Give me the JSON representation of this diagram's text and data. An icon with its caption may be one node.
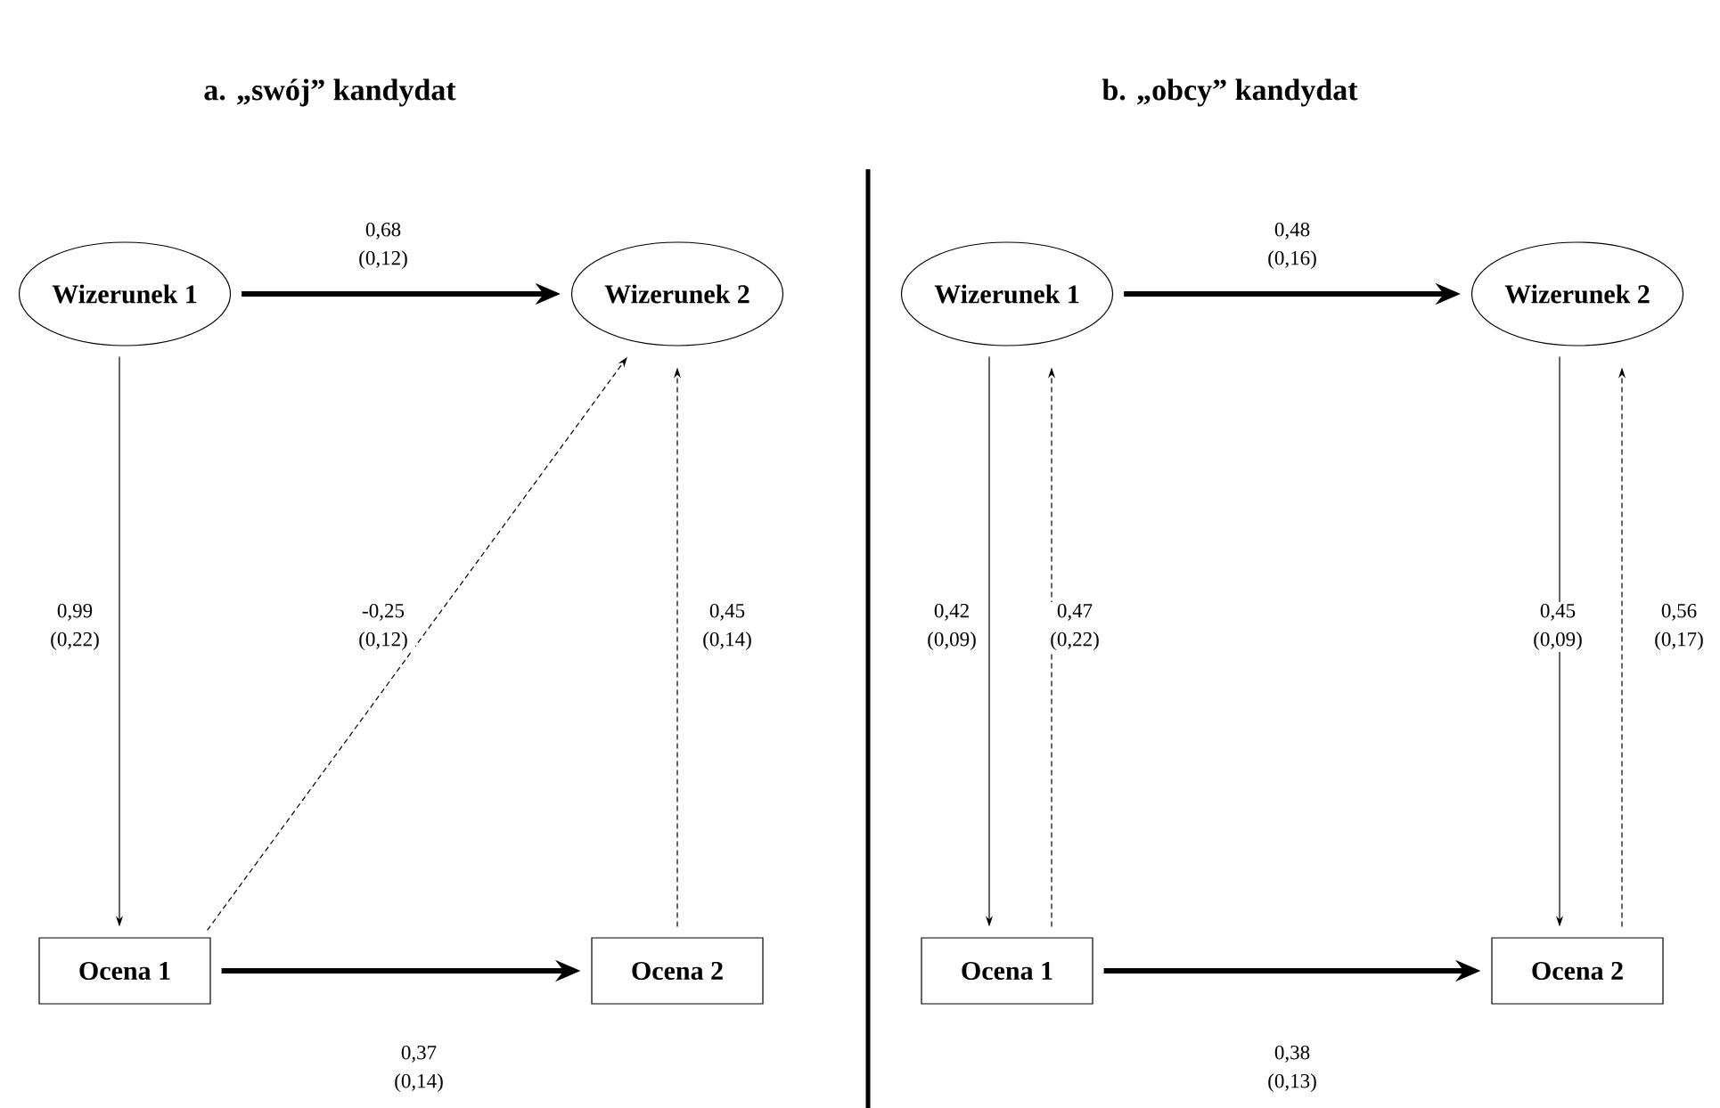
{
  "diagram": {
    "nodes": [
      {
        "text": [
          "Wizerunek 1"
        ]
      },
      {
        "text": [
          "Wizerunek 2"
        ]
      },
      {
        "text": [
          "Ocena 1"
        ]
      },
      {
        "text": [
          "Ocena 2"
        ]
      },
      {
        "text": [
          "Wizerunek 1"
        ]
      },
      {
        "text": [
          "Wizerunek 2"
        ]
      },
      {
        "text": [
          "Ocena 1"
        ]
      },
      {
        "text": [
          "Ocena 2"
        ]
      }
    ],
    "edges": [
      {
        "from": 0,
        "to": 1,
        "arrow": "to",
        "style": "thick",
        "label": "0,68 (0,12)"
      },
      {
        "from": 0,
        "to": 2,
        "arrow": "to",
        "label": "0,99 (0,22)"
      },
      {
        "from": 2,
        "to": 1,
        "arrow": "to",
        "style": "dashed",
        "label": "-0,25 (0,12)"
      },
      {
        "from": 3,
        "to": 1,
        "arrow": "to",
        "style": "dashed",
        "label": "0,45 (0,14)"
      },
      {
        "from": 2,
        "to": 3,
        "arrow": "to",
        "style": "thick",
        "label": "0,37 (0,14)"
      },
      {
        "from": 4,
        "to": 5,
        "arrow": "to",
        "style": "thick",
        "label": "0,48 (0,16)"
      },
      {
        "from": 4,
        "to": 6,
        "arrow": "to",
        "label": "0,42 (0,09)"
      },
      {
        "from": 6,
        "to": 4,
        "arrow": "to",
        "style": "dashed",
        "label": "0,47 (0,22)"
      },
      {
        "from": 5,
        "to": 7,
        "arrow": "to",
        "label": "0,45 (0,09)"
      },
      {
        "from": 7,
        "to": 5,
        "arrow": "to",
        "style": "dashed",
        "label": "0,56 (0,17)"
      },
      {
        "from": 6,
        "to": 7,
        "arrow": "to",
        "style": "thick",
        "label": "0,38 (0,13)"
      }
    ],
    "labels": [
      "a. „swój” kandydat",
      "b. „obcy” kandydat"
    ]
  }
}
